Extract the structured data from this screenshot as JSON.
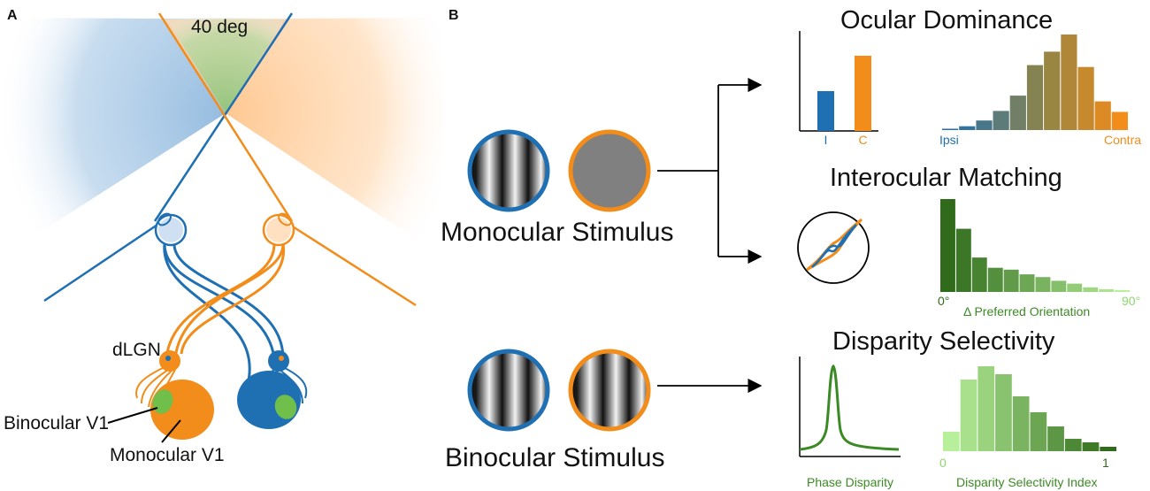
{
  "panel_a": {
    "letter": "A",
    "angle_label": "40 deg",
    "dlgn_label": "dLGN",
    "binocular_v1_label": "Binocular V1",
    "monocular_v1_label": "Monocular V1"
  },
  "panel_b": {
    "letter": "B",
    "monocular_stimulus_label": "Monocular Stimulus",
    "binocular_stimulus_label": "Binocular Stimulus",
    "ocular_dominance": {
      "title": "Ocular Dominance",
      "bar_labels": [
        "I",
        "C"
      ],
      "bar_values": [
        0.45,
        0.85
      ],
      "hist_left_label": "Ipsi",
      "hist_right_label": "Contra",
      "hist_values": [
        0.01,
        0.04,
        0.1,
        0.2,
        0.36,
        0.68,
        0.82,
        1.0,
        0.66,
        0.3,
        0.19
      ]
    },
    "interocular_matching": {
      "title": "Interocular Matching",
      "hist_left_label": "0°",
      "hist_right_label": "90°",
      "xlabel": "Δ Preferred Orientation",
      "hist_values": [
        1.0,
        0.68,
        0.37,
        0.26,
        0.24,
        0.19,
        0.16,
        0.12,
        0.09,
        0.05,
        0.03,
        0.02
      ]
    },
    "disparity_selectivity": {
      "title": "Disparity Selectivity",
      "tuning_xlabel": "Phase Disparity",
      "hist_left_label": "0",
      "hist_right_label": "1",
      "xlabel": "Disparity Selectivity Index",
      "hist_values": [
        0.22,
        0.81,
        0.96,
        0.87,
        0.62,
        0.44,
        0.28,
        0.14,
        0.1,
        0.05
      ]
    }
  },
  "colors": {
    "ipsi": "#1f6fb3",
    "contra": "#f28c1a",
    "binocular_green": "#6fbf4a",
    "dark_green": "#2f6b1a",
    "light_green": "#b8ef9a",
    "gray": "#808080"
  }
}
